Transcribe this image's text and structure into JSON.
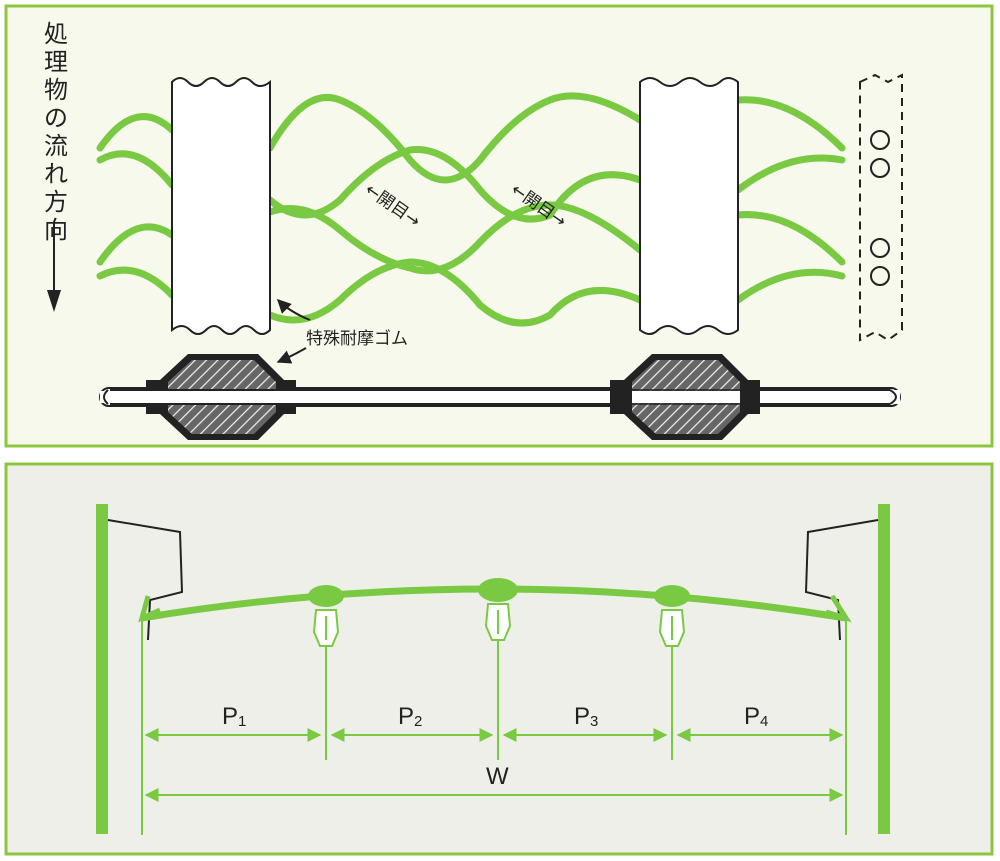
{
  "top_panel": {
    "flow_direction_label": "処理物の流れ方向",
    "mesh_opening_label_1": "←開目→",
    "mesh_opening_label_2": "←開目→",
    "rubber_label": "特殊耐摩ゴム"
  },
  "bottom_panel": {
    "pitch_labels": {
      "p1": "P",
      "p1_sub": "1",
      "p2": "P",
      "p2_sub": "2",
      "p3": "P",
      "p3_sub": "3",
      "p4": "P",
      "p4_sub": "4"
    },
    "width_label": "W"
  },
  "colors": {
    "accent_green": "#7ac943",
    "panel_border": "#8cc63f",
    "top_bg": "#f7f9ec",
    "bottom_bg": "#efefea",
    "outline": "#222222"
  }
}
